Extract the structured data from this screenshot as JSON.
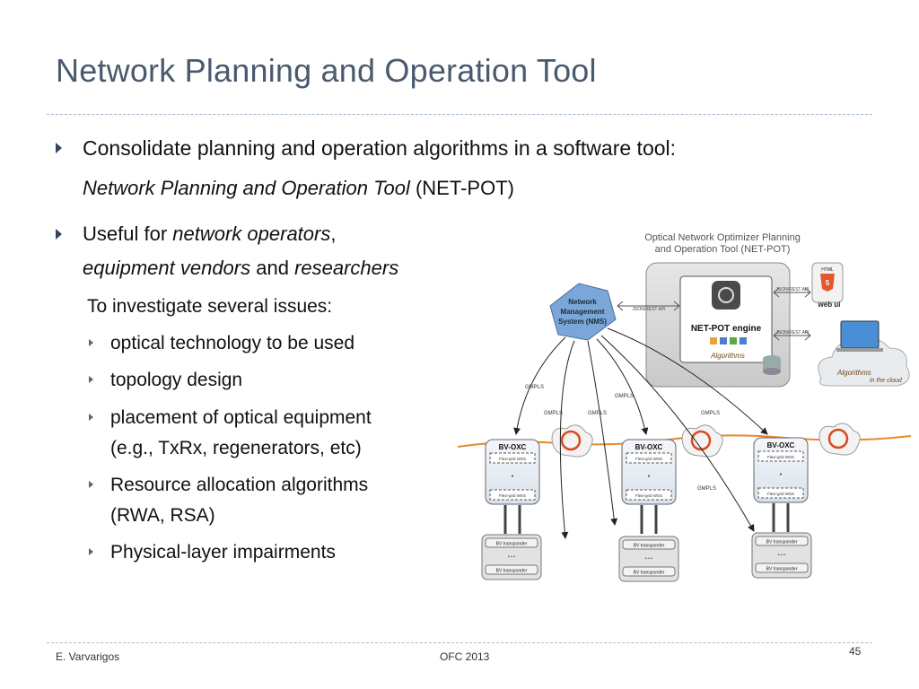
{
  "slide": {
    "title": "Network Planning and Operation Tool",
    "slide_number": "45"
  },
  "bullets": {
    "b1_line1": "Consolidate planning and operation algorithms in a software tool:",
    "b1_line2_italic": "Network Planning and Operation Tool",
    "b1_line2_tail": " (NET-POT)",
    "b2_prefix": "Useful for ",
    "b2_italic1": "network operators",
    "b2_comma": ",",
    "b2_italic2": "equipment vendors",
    "b2_and": " and ",
    "b2_italic3": "researchers",
    "investigate": "To investigate several issues:",
    "sub1": "optical technology to be used",
    "sub2": "topology design",
    "sub3_line1": "placement of optical equipment",
    "sub3_line2": "(e.g., TxRx, regenerators, etc)",
    "sub4_line1": "Resource allocation algorithms",
    "sub4_line2": "(RWA, RSA)",
    "sub5": "Physical-layer impairments"
  },
  "diagram": {
    "caption_line1": "Optical Network Optimizer Planning",
    "caption_line2": "and Operation Tool (NET-POT)",
    "nms_line1": "Network",
    "nms_line2": "Management",
    "nms_line3": "System (NMS)",
    "engine": "NET-POT engine",
    "algorithms": "Algorithms",
    "json_api": "JSON/REST API",
    "html5": "HTML",
    "web_ui": "web ui",
    "cloud_alg": "Algorithms",
    "cloud_tail": "in the cloud",
    "gmpls": "GMPLS",
    "oxc": "BV-OXC",
    "wss": "Flexi-grid WSS",
    "transponder": "BV transponder",
    "dots": "•   •   •"
  },
  "footer": {
    "author": "E. Varvarigos",
    "conference": "OFC 2013"
  },
  "colors": {
    "title": "#4a5a6e",
    "rule": "#9fb4c8",
    "nms": "#7aa7d8",
    "fiber": "#e58a2e",
    "ring": "#d94a1e"
  }
}
